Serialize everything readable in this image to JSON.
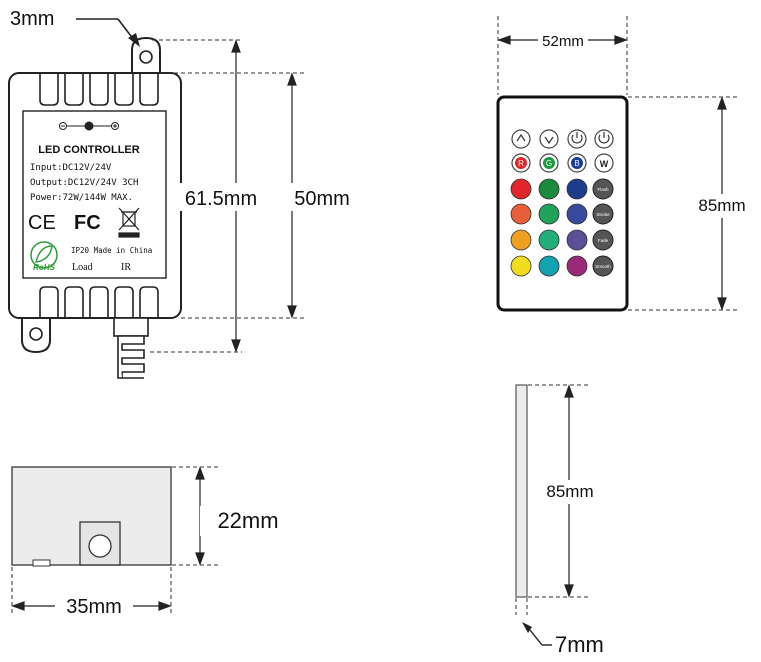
{
  "controller": {
    "title": "LED CONTROLLER",
    "input": "Input:DC12V/24V",
    "output": "Output:DC12V/24V 3CH",
    "power": "Power:72W/144W MAX.",
    "rating": "IP20 Made in China",
    "load": "Load",
    "ir": "IR",
    "rohs": "RoHS",
    "ce": "CE",
    "fc": "FC"
  },
  "dimensions": {
    "hole": "3mm",
    "total_length": "61.5mm",
    "body_length": "50mm",
    "remote_width": "52mm",
    "remote_height": "85mm",
    "side_height": "85mm",
    "side_thickness": "7mm",
    "front_height": "22mm",
    "front_width": "35mm"
  },
  "remote": {
    "color_buttons": [
      "R",
      "G",
      "B",
      "W"
    ],
    "mode_buttons": [
      "Flash",
      "Strobe",
      "Fade",
      "Smooth"
    ],
    "button_colors": {
      "red_col": [
        "#e0252b",
        "#e8603a",
        "#f0a020",
        "#f2dc1e"
      ],
      "green_col": [
        "#1a8a3c",
        "#1fa25a",
        "#22b07a",
        "#13a3b0"
      ],
      "blue_col": [
        "#1c3c8c",
        "#384a9c",
        "#5a4f98",
        "#9a2a78"
      ]
    }
  }
}
